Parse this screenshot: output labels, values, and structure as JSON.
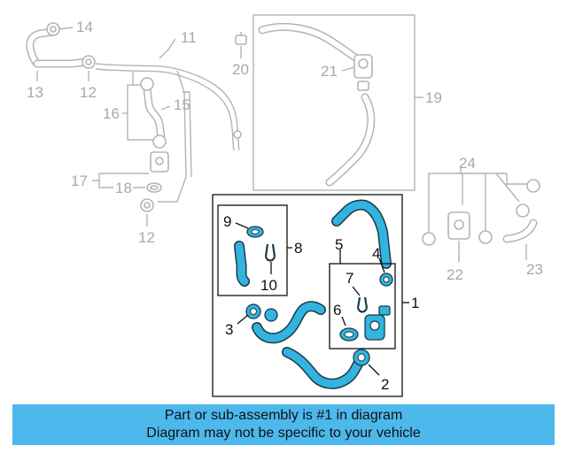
{
  "diagram": {
    "callouts": {
      "c1": "1",
      "c2": "2",
      "c3": "3",
      "c4": "4",
      "c5": "5",
      "c6": "6",
      "c7": "7",
      "c8": "8",
      "c9": "9",
      "c10": "10",
      "c11": "11",
      "c12a": "12",
      "c12b": "12",
      "c13": "13",
      "c14": "14",
      "c15": "15",
      "c16": "16",
      "c17": "17",
      "c18": "18",
      "c19": "19",
      "c20": "20",
      "c21": "21",
      "c22": "22",
      "c23": "23",
      "c24": "24"
    },
    "colors": {
      "highlight_part": "#33b3e0",
      "outline_dark": "#1a3a4a",
      "ghost_part": "#b4b4b4",
      "banner": "#4db8ec"
    }
  },
  "banner": {
    "line1": "Part or sub-assembly is #1 in diagram",
    "line2": "Diagram may not be specific to your vehicle"
  }
}
